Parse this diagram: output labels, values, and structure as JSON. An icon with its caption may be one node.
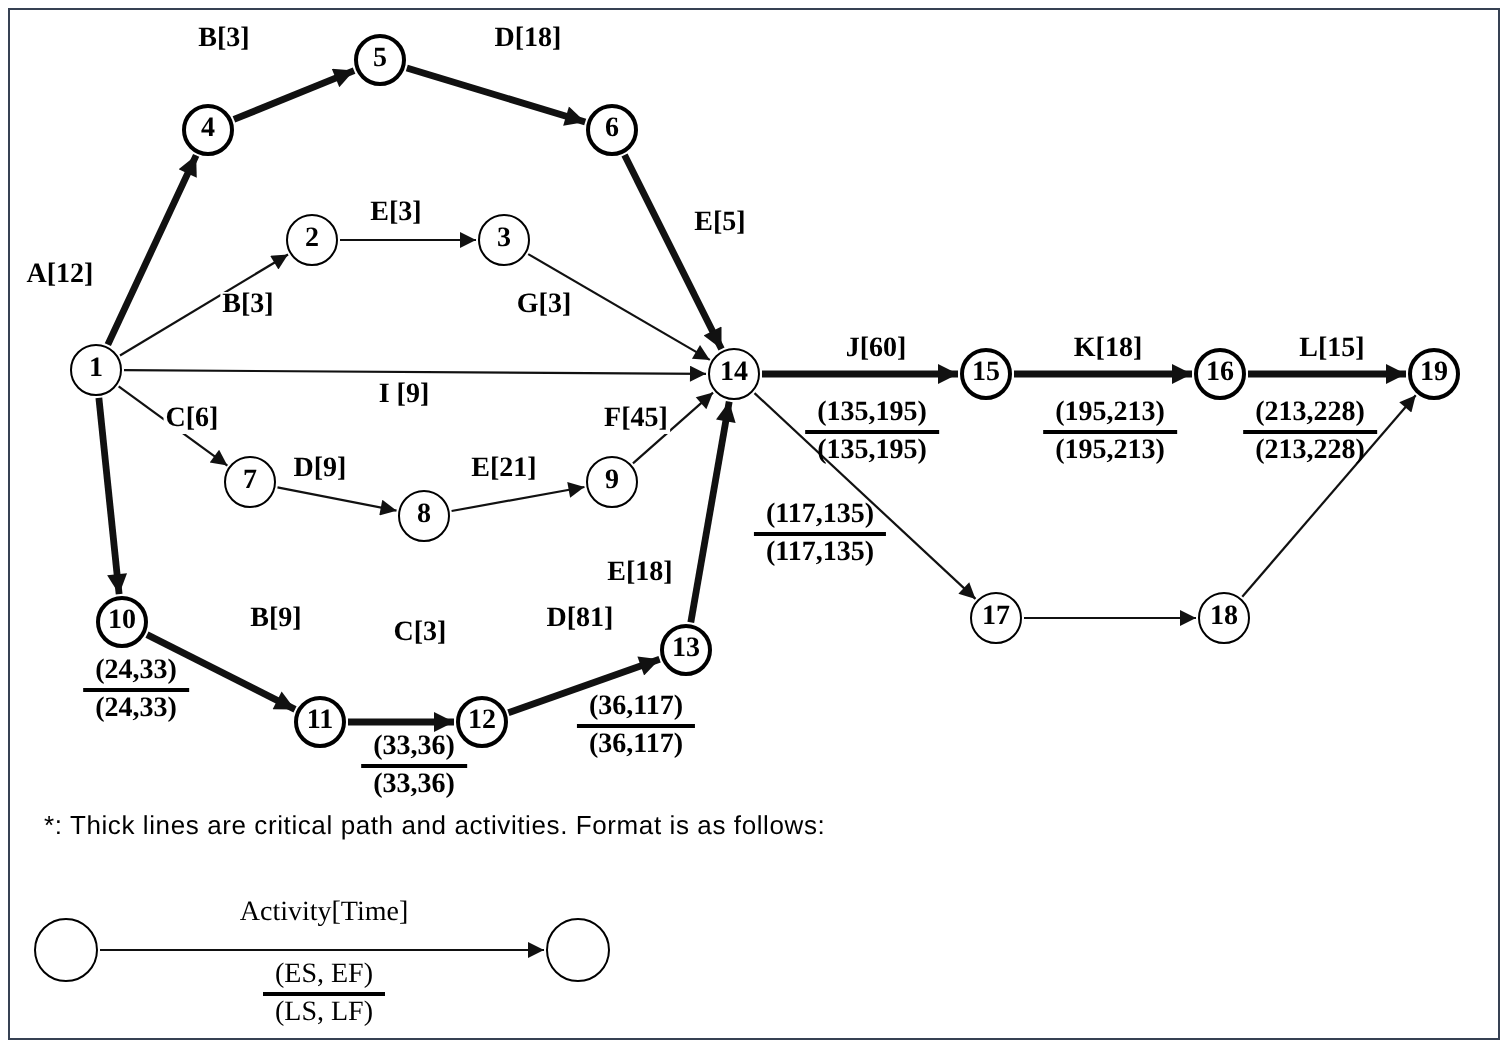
{
  "diagram": {
    "nodes": [
      {
        "text": [
          "1"
        ]
      },
      {
        "text": [
          "2"
        ]
      },
      {
        "text": [
          "3"
        ]
      },
      {
        "text": [
          "4"
        ]
      },
      {
        "text": [
          "5"
        ]
      },
      {
        "text": [
          "6"
        ]
      },
      {
        "text": [
          "7"
        ]
      },
      {
        "text": [
          "8"
        ]
      },
      {
        "text": [
          "9"
        ]
      },
      {
        "text": [
          "10"
        ]
      },
      {
        "text": [
          "11"
        ]
      },
      {
        "text": [
          "12"
        ]
      },
      {
        "text": [
          "13"
        ]
      },
      {
        "text": [
          "14"
        ]
      },
      {
        "text": [
          "15"
        ]
      },
      {
        "text": [
          "16"
        ]
      },
      {
        "text": [
          "17"
        ]
      },
      {
        "text": [
          "18"
        ]
      },
      {
        "text": [
          "19"
        ]
      },
      {
        "text": [],
        "shape": "circle"
      },
      {
        "text": [],
        "shape": "circle"
      }
    ],
    "edges": [
      {
        "from": 0,
        "to": 3,
        "arrow": "to",
        "label": "A[12]",
        "style": "thick"
      },
      {
        "from": 3,
        "to": 4,
        "arrow": "to",
        "label": "B[3]",
        "style": "thick"
      },
      {
        "from": 4,
        "to": 5,
        "arrow": "to",
        "label": "D[18]",
        "style": "thick"
      },
      {
        "from": 5,
        "to": 13,
        "arrow": "to",
        "label": "E[5]",
        "style": "thick"
      },
      {
        "from": 0,
        "to": 1,
        "arrow": "to",
        "label": "B[3]"
      },
      {
        "from": 1,
        "to": 2,
        "arrow": "to",
        "label": "E[3]"
      },
      {
        "from": 2,
        "to": 13,
        "arrow": "to",
        "label": "G[3]"
      },
      {
        "from": 0,
        "to": 13,
        "arrow": "to",
        "label": "I [9]"
      },
      {
        "from": 0,
        "to": 6,
        "arrow": "to",
        "label": "C[6]"
      },
      {
        "from": 6,
        "to": 7,
        "arrow": "to",
        "label": "D[9]"
      },
      {
        "from": 7,
        "to": 8,
        "arrow": "to",
        "label": "E[21]"
      },
      {
        "from": 8,
        "to": 13,
        "arrow": "to",
        "label": "F[45]"
      },
      {
        "from": 0,
        "to": 9,
        "arrow": "to",
        "style": "thick"
      },
      {
        "from": 9,
        "to": 10,
        "arrow": "to",
        "label": "B[9]",
        "style": "thick"
      },
      {
        "from": 10,
        "to": 11,
        "arrow": "to",
        "label": "C[3]",
        "style": "thick"
      },
      {
        "from": 11,
        "to": 12,
        "arrow": "to",
        "label": "D[81]",
        "style": "thick"
      },
      {
        "from": 12,
        "to": 13,
        "arrow": "to",
        "label": "E[18]",
        "style": "thick"
      },
      {
        "from": 13,
        "to": 14,
        "arrow": "to",
        "label": "J[60]",
        "style": "thick"
      },
      {
        "from": 14,
        "to": 15,
        "arrow": "to",
        "label": "K[18]",
        "style": "thick"
      },
      {
        "from": 15,
        "to": 18,
        "arrow": "to",
        "label": "L[15]",
        "style": "thick"
      },
      {
        "from": 13,
        "to": 16,
        "arrow": "to"
      },
      {
        "from": 16,
        "to": 17,
        "arrow": "to"
      },
      {
        "from": 17,
        "to": 18,
        "arrow": "to"
      },
      {
        "from": 19,
        "to": 20,
        "arrow": "to",
        "label": "Activity[Time]"
      }
    ],
    "labels": [
      "(24,33)",
      "(24,33)",
      "(33,36)",
      "(33,36)",
      "(36,117)",
      "(36,117)",
      "(117,135)",
      "(117,135)",
      "(135,195)",
      "(135,195)",
      "(195,213)",
      "(195,213)",
      "(213,228)",
      "(213,228)",
      "*: Thick lines are critical path and activities. Format is as follows:",
      "(ES, EF)",
      "(LS, LF)"
    ]
  }
}
